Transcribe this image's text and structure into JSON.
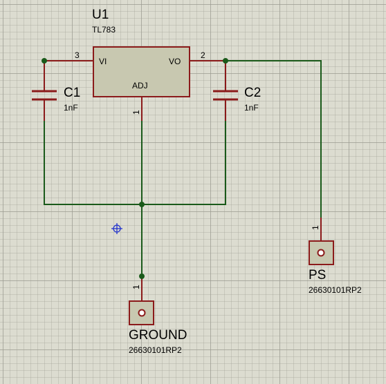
{
  "schematic": {
    "u1": {
      "ref": "U1",
      "part": "TL783",
      "pins": {
        "vi": "VI",
        "vo": "VO",
        "adj": "ADJ"
      },
      "pin_numbers": {
        "vi": "3",
        "vo": "2",
        "adj": "1"
      }
    },
    "c1": {
      "ref": "C1",
      "value": "1nF"
    },
    "c2": {
      "ref": "C2",
      "value": "1nF"
    },
    "ground": {
      "ref": "GROUND",
      "part": "26630101RP2",
      "pin_number": "1"
    },
    "ps": {
      "ref": "PS",
      "part": "26630101RP2",
      "pin_number": "1"
    }
  },
  "colors": {
    "wire": "#1a5a1a",
    "component": "#8b1a1a",
    "body": "#c8c8b0",
    "junction": "#1a5a1a",
    "cursor": "#2233cc"
  },
  "icons": {
    "cursor": "crosshair-icon",
    "junction": "junction-dot-icon"
  }
}
